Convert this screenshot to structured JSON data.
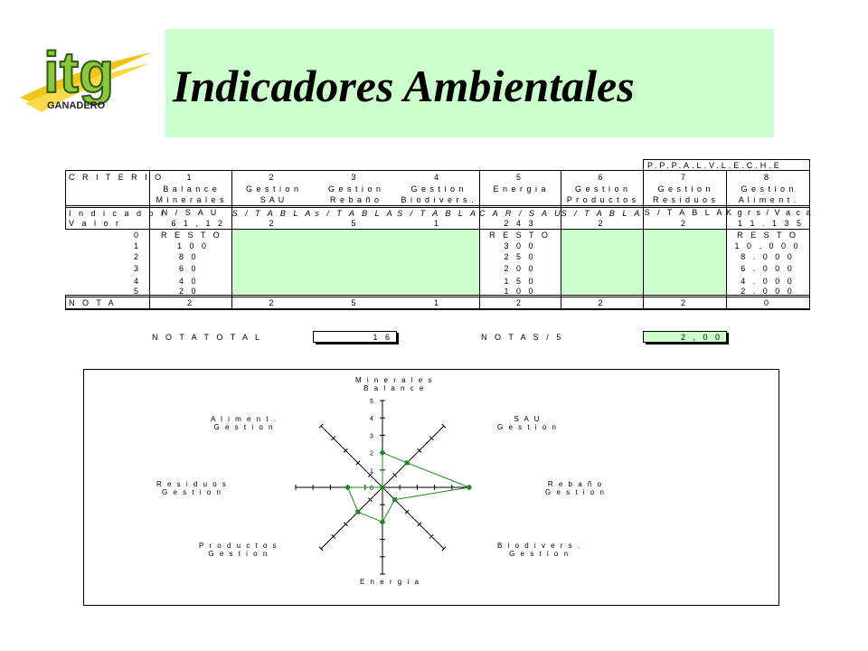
{
  "header": {
    "title": "Indicadores Ambientales",
    "logo": {
      "name": "itg-logo",
      "text": "itg",
      "subtitle": "GANADERO"
    }
  },
  "table": {
    "section_label": "P.P.P.A.L.V.L.E.C.H.E",
    "criterio_label": "C R I T E R I O",
    "criterio_numbers": [
      "1",
      "2",
      "3",
      "4",
      "5",
      "6",
      "7",
      "8"
    ],
    "row_line1": [
      "B a l a n c e",
      "G e s t i o n",
      "G e s t i o n",
      "G e s t i o n",
      "E n e r g i a",
      "G e s t i o n",
      "G e s t i o n",
      "G e s t i o n"
    ],
    "row_line2": [
      "M i n e r a l e s",
      "S A U",
      "R e b a ñ o",
      "B i o d i v e r s .",
      "",
      "P r o d u c t o s",
      "R e s i d u o s",
      "A l i m e n t ."
    ],
    "indicador_label": "I n d i c a d o r",
    "indicador_values": [
      "N / S A U",
      "S / T A B L A",
      "s / T A B L A",
      "S / T A B L A",
      "C A R / S A U",
      "S / T A B L A",
      "S / T A B L A",
      "K g r s / V a c a"
    ],
    "valor_label": "V a l o r",
    "valor_values": [
      "6 1 , 1 2",
      "2",
      "5",
      "1",
      "2 4 3",
      "2",
      "2",
      "1 1 . 1 3 5"
    ],
    "score_rows": [
      {
        "score": "0",
        "c1": "R E S T O",
        "c5": "R E S T O",
        "c8": "R E S T O"
      },
      {
        "score": "1",
        "c1": "1 0 0",
        "c5": "3 0 0",
        "c8": "1 0 . 0 0 0"
      },
      {
        "score": "2",
        "c1": "8 0",
        "c5": "2 5 0",
        "c8": "8 . 0 0 0"
      },
      {
        "score": "3",
        "c1": "6 0",
        "c5": "2 0 0",
        "c8": "6 . 0 0 0"
      },
      {
        "score": "4",
        "c1": "4 0",
        "c5": "1 5 0",
        "c8": "4 . 0 0 0"
      },
      {
        "score": "5",
        "c1": "2 0",
        "c5": "1 0 0",
        "c8": "2 . 0 0 0"
      }
    ],
    "nota_label": "N O T A",
    "nota_values": [
      "2",
      "2",
      "5",
      "1",
      "2",
      "2",
      "2",
      "0"
    ]
  },
  "totals": {
    "nota_total_label": "N O T A   T O T A L",
    "nota_total_value": "1 6",
    "nota_s5_label": "N O T A   S / 5",
    "nota_s5_value": "2 , 0 0"
  },
  "chart_data": {
    "type": "radar",
    "axes": [
      {
        "line1": "M i n e r a l e s",
        "line2": "B a l a n c e"
      },
      {
        "line1": "S A U",
        "line2": "G e s t i o n"
      },
      {
        "line1": "R e b a ñ o",
        "line2": "G e s t i o n"
      },
      {
        "line1": "B i o d i v e r s .",
        "line2": "G e s t i o n"
      },
      {
        "line1": "E n e r g i a",
        "line2": ""
      },
      {
        "line1": "P r o d u c t o s",
        "line2": "G e s t i o n"
      },
      {
        "line1": "R e s i d u o s",
        "line2": "G e s t i o n"
      },
      {
        "line1": "A l i m e n t .",
        "line2": "G e s t i o n"
      }
    ],
    "values": [
      2,
      2,
      5,
      1,
      2,
      2,
      2,
      0
    ],
    "range": [
      0,
      5
    ],
    "tick_labels": [
      "0",
      "1",
      "2",
      "3",
      "4",
      "5"
    ],
    "series_color": "#1f8a1f"
  }
}
